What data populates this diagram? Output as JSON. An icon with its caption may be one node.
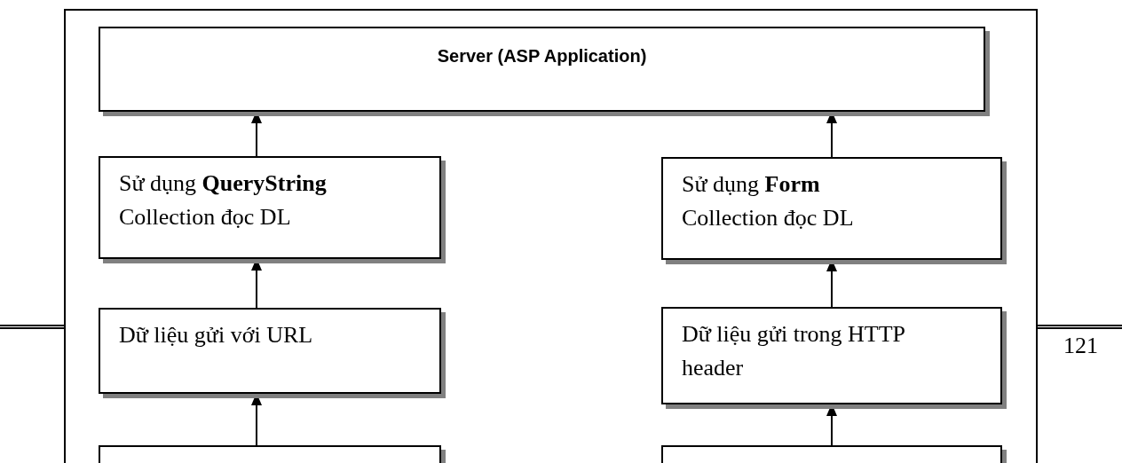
{
  "diagram": {
    "nodes": [
      {
        "text": [
          "Server (ASP Application)"
        ]
      },
      {
        "text": [
          "Sử dụng **QueryString** Collection đọc DL"
        ]
      },
      {
        "text": [
          "Sử dụng **Form** Collection đọc DL"
        ]
      },
      {
        "text": [
          "Dữ liệu gửi với URL"
        ]
      },
      {
        "text": [
          "Dữ liệu gửi trong HTTP header"
        ]
      },
      {
        "text": [],
        "shape": "box"
      },
      {
        "text": [],
        "shape": "box"
      }
    ],
    "edges": [
      {
        "from": 1,
        "to": 0,
        "arrow": "to"
      },
      {
        "from": 2,
        "to": 0,
        "arrow": "to"
      },
      {
        "from": 3,
        "to": 1,
        "arrow": "to"
      },
      {
        "from": 4,
        "to": 2,
        "arrow": "to"
      },
      {
        "from": 5,
        "to": 3,
        "arrow": "to"
      },
      {
        "from": 6,
        "to": 4,
        "arrow": "to"
      }
    ],
    "labels": [
      "121"
    ]
  }
}
